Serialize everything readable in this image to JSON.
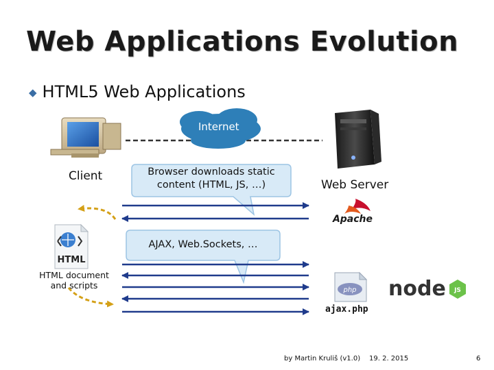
{
  "slide": {
    "title": "Web Applications Evolution",
    "bullet": {
      "marker": "◆",
      "text": "HTML5 Web Applications"
    },
    "internet_label": "Internet",
    "client_label": "Client",
    "server_label": "Web Server",
    "callout_download": "Browser downloads static content (HTML, JS, …)",
    "callout_ajax": "AJAX, Web.Sockets, …",
    "html_doc_label": "HTML document and scripts",
    "html_icon_text": "HTML",
    "apache_text": "Apache",
    "node_text": "node",
    "php_icon_text": "php",
    "ajax_file": "ajax.php",
    "footer": {
      "author": "by Martin Kruliš (v1.0)",
      "date": "19. 2. 2015",
      "page": "6"
    }
  },
  "colors": {
    "arrow": "#1f3b8c",
    "cloud": "#2e7fb8",
    "callout_fill": "#d8eaf7",
    "callout_stroke": "#9cc4e4",
    "dashed_curve": "#d4a017",
    "node_green": "#6cc24a"
  }
}
